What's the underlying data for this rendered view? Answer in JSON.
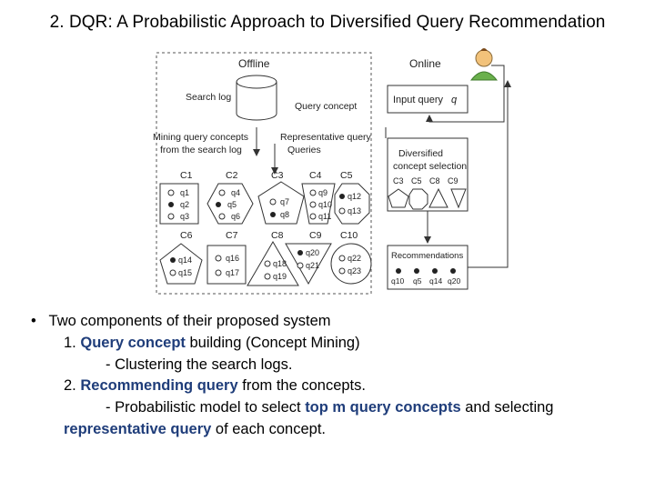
{
  "title": "2. DQR: A Probabilistic Approach to Diversified Query Recommendation",
  "figure": {
    "offline_label": "Offline",
    "online_label": "Online",
    "search_log_label": "Search log",
    "query_concept_label": "Query concept",
    "mining_label_1": "Mining query concepts",
    "mining_label_2": "from the search log",
    "representative_label_1": "Representative query",
    "representative_label_2": "Queries",
    "input_query_label": "Input query",
    "input_query_var": "q",
    "diversified_label_1": "Diversified",
    "diversified_label_2": "concept selection",
    "recommendations_label": "Recommendations",
    "concepts_top": [
      "C1",
      "C2",
      "C3",
      "C4",
      "C5"
    ],
    "concepts_bottom": [
      "C6",
      "C7",
      "C8",
      "C9",
      "C10"
    ],
    "selected_concepts": [
      "C3",
      "C5",
      "C8",
      "C9"
    ],
    "queries": {
      "c1": [
        "q1",
        "q2",
        "q3"
      ],
      "c2": [
        "q4",
        "q5",
        "q6"
      ],
      "c3": [
        "q7",
        "q8"
      ],
      "c4": [
        "q9",
        "q10",
        "q11"
      ],
      "c5": [
        "q12",
        "q13"
      ],
      "c6": [
        "q14",
        "q15"
      ],
      "c7": [
        "q16",
        "q17"
      ],
      "c8": [
        "q18",
        "q19"
      ],
      "c9": [
        "q20",
        "q21"
      ],
      "c10": [
        "q22",
        "q23"
      ]
    },
    "recommended_queries": [
      "q10",
      "q5",
      "q14",
      "q20"
    ]
  },
  "bullets": {
    "b1": "Two components of their proposed system",
    "b2_num": "1.",
    "b2_hl": "Query concept",
    "b2_rest": " building (Concept Mining)",
    "b3": "- Clustering the search logs.",
    "b4_num": "2.",
    "b4_hl": "Recommending query",
    "b4_rest": " from the concepts.",
    "b5_pre": "- Probabilistic model to select ",
    "b5_hl": "top m query concepts",
    "b5_rest": " and selecting",
    "b6_hl": "representative query",
    "b6_rest": " of each concept."
  }
}
